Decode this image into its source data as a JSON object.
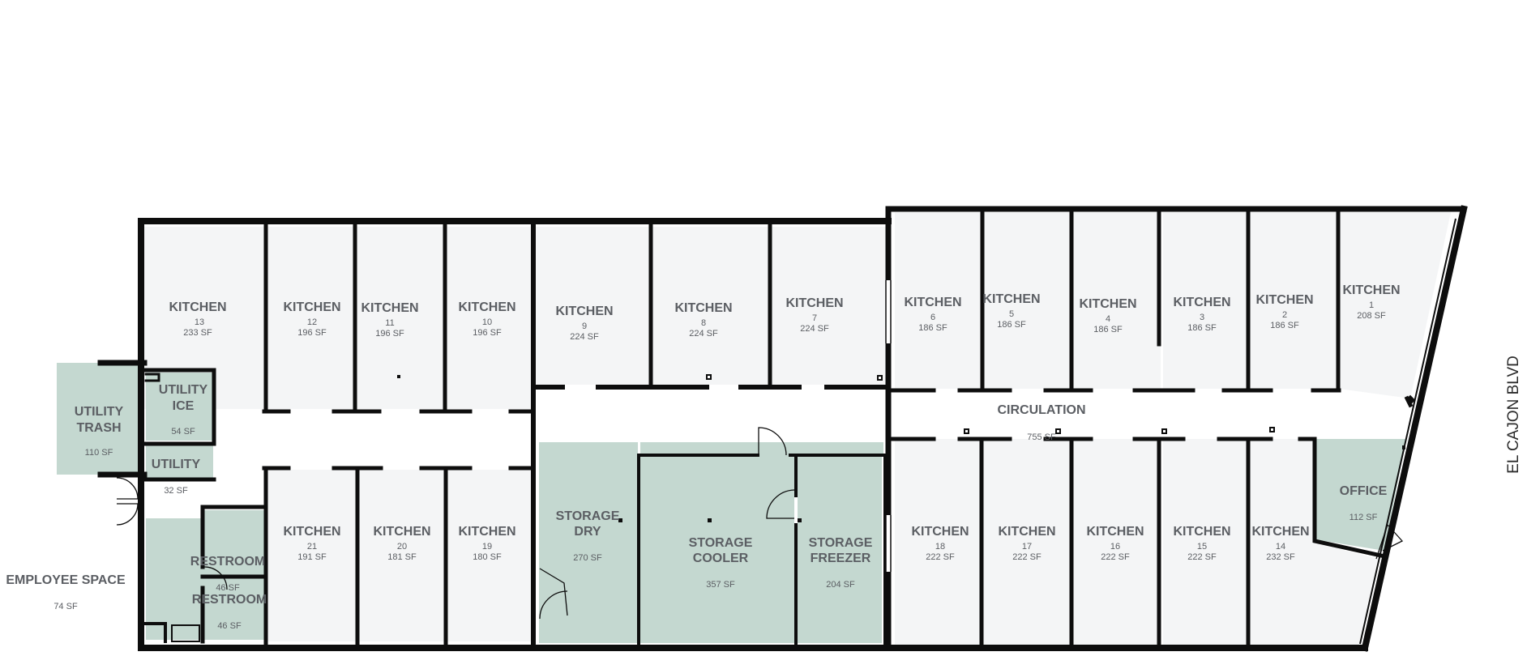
{
  "colors": {
    "wall": "#0d0d0d",
    "kitchen_fill": "#f4f5f6",
    "service_fill": "#c4d8d0",
    "label": "#5b5e63"
  },
  "street": "EL CAJON BLVD",
  "rooms": {
    "k13": {
      "name": "KITCHEN",
      "number": "13",
      "area": "233 SF"
    },
    "k12": {
      "name": "KITCHEN",
      "number": "12",
      "area": "196 SF"
    },
    "k11": {
      "name": "KITCHEN",
      "number": "11",
      "area": "196 SF"
    },
    "k10": {
      "name": "KITCHEN",
      "number": "10",
      "area": "196 SF"
    },
    "k9": {
      "name": "KITCHEN",
      "number": "9",
      "area": "224 SF"
    },
    "k8": {
      "name": "KITCHEN",
      "number": "8",
      "area": "224 SF"
    },
    "k7": {
      "name": "KITCHEN",
      "number": "7",
      "area": "224 SF"
    },
    "k6": {
      "name": "KITCHEN",
      "number": "6",
      "area": "186 SF"
    },
    "k5": {
      "name": "KITCHEN",
      "number": "5",
      "area": "186 SF"
    },
    "k4": {
      "name": "KITCHEN",
      "number": "4",
      "area": "186 SF"
    },
    "k3": {
      "name": "KITCHEN",
      "number": "3",
      "area": "186 SF"
    },
    "k2": {
      "name": "KITCHEN",
      "number": "2",
      "area": "186 SF"
    },
    "k1": {
      "name": "KITCHEN",
      "number": "1",
      "area": "208 SF"
    },
    "k21": {
      "name": "KITCHEN",
      "number": "21",
      "area": "191 SF"
    },
    "k20": {
      "name": "KITCHEN",
      "number": "20",
      "area": "181 SF"
    },
    "k19": {
      "name": "KITCHEN",
      "number": "19",
      "area": "180 SF"
    },
    "k18": {
      "name": "KITCHEN",
      "number": "18",
      "area": "222 SF"
    },
    "k17": {
      "name": "KITCHEN",
      "number": "17",
      "area": "222 SF"
    },
    "k16": {
      "name": "KITCHEN",
      "number": "16",
      "area": "222 SF"
    },
    "k15": {
      "name": "KITCHEN",
      "number": "15",
      "area": "222 SF"
    },
    "k14": {
      "name": "KITCHEN",
      "number": "14",
      "area": "232 SF"
    },
    "utility_trash": {
      "name1": "UTILITY",
      "name2": "TRASH",
      "area": "110 SF"
    },
    "utility_ice": {
      "name1": "UTILITY",
      "name2": "ICE",
      "area": "54 SF"
    },
    "utility": {
      "name": "UTILITY",
      "area": "32 SF"
    },
    "employee_space": {
      "name": "EMPLOYEE SPACE",
      "area": "74 SF"
    },
    "restroom_a": {
      "name": "RESTROOM",
      "area": "46 SF"
    },
    "restroom_b": {
      "name": "RESTROOM",
      "area": "46 SF"
    },
    "storage_dry": {
      "name1": "STORAGE",
      "name2": "DRY",
      "area": "270 SF"
    },
    "storage_cooler": {
      "name1": "STORAGE",
      "name2": "COOLER",
      "area": "357 SF"
    },
    "storage_freezer": {
      "name1": "STORAGE",
      "name2": "FREEZER",
      "area": "204 SF"
    },
    "circulation": {
      "name": "CIRCULATION",
      "area": "755 SF"
    },
    "office": {
      "name": "OFFICE",
      "area": "112 SF"
    }
  }
}
